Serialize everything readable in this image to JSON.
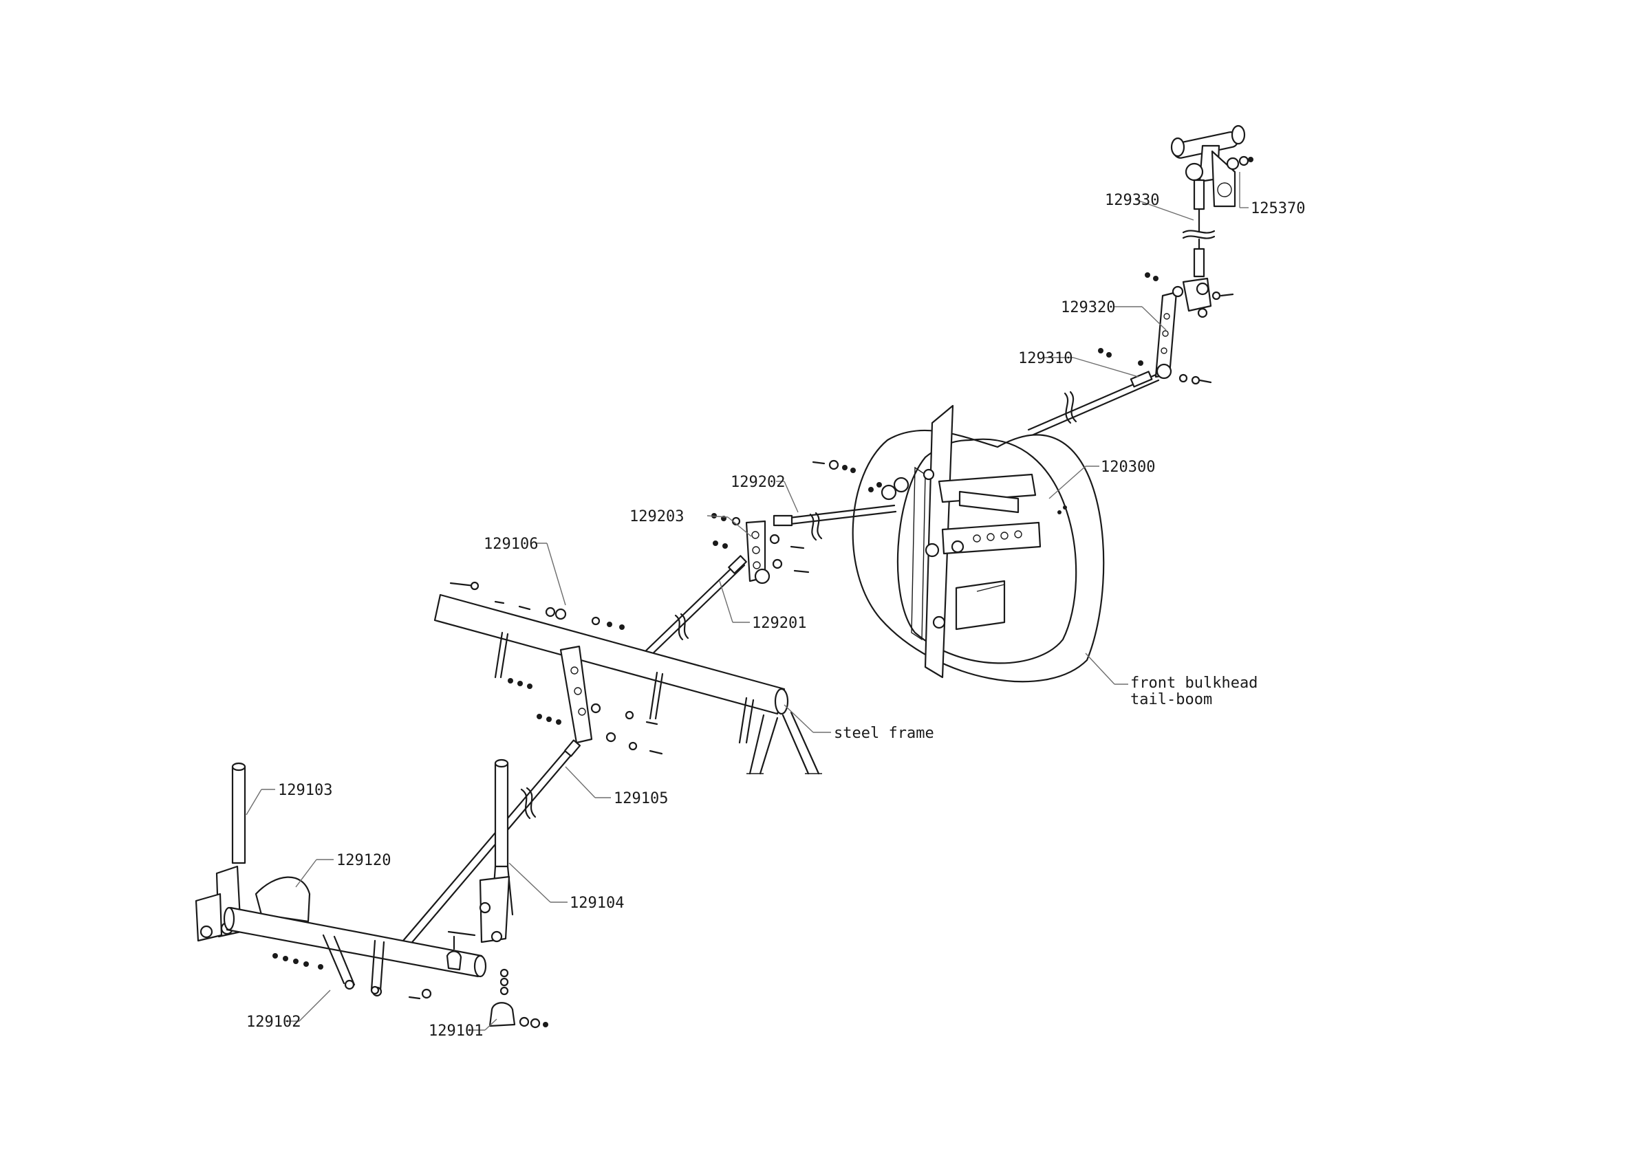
{
  "labels": {
    "p125370": "125370",
    "p129330": "129330",
    "p129320": "129320",
    "p129310": "129310",
    "p120300": "120300",
    "p129202": "129202",
    "p129203": "129203",
    "p129201": "129201",
    "p129106": "129106",
    "steel_frame": "steel frame",
    "front_bulkhead": "front bulkhead",
    "tail_boom": "tail-boom",
    "p129105": "129105",
    "p129103": "129103",
    "p129120": "129120",
    "p129104": "129104",
    "p129102": "129102",
    "p129101": "129101"
  }
}
